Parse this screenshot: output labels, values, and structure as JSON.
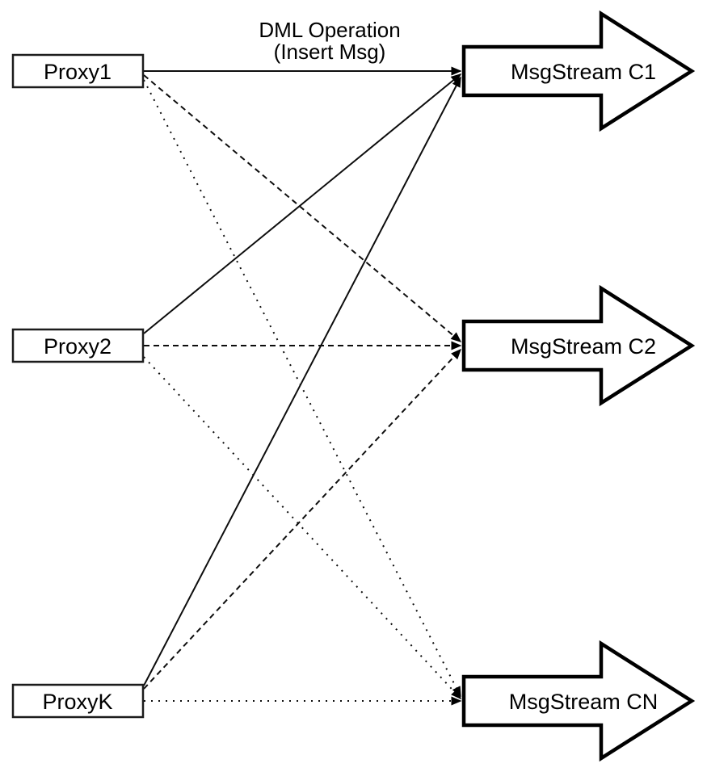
{
  "diagram": {
    "title": {
      "line1": "DML Operation",
      "line2": "(Insert Msg)"
    },
    "proxies": [
      {
        "id": "proxy1",
        "label": "Proxy1"
      },
      {
        "id": "proxy2",
        "label": "Proxy2"
      },
      {
        "id": "proxyk",
        "label": "ProxyK"
      }
    ],
    "streams": [
      {
        "id": "c1",
        "label": "MsgStream C1",
        "shape": "block-arrow-right"
      },
      {
        "id": "c2",
        "label": "MsgStream C2",
        "shape": "block-arrow-right"
      },
      {
        "id": "cn",
        "label": "MsgStream CN",
        "shape": "block-arrow-right"
      }
    ],
    "edges": [
      {
        "from": "proxy1",
        "to": "c1",
        "style": "solid",
        "arrowhead": "filled-triangle"
      },
      {
        "from": "proxy1",
        "to": "c2",
        "style": "dashed",
        "arrowhead": "filled-triangle"
      },
      {
        "from": "proxy1",
        "to": "cn",
        "style": "dotted",
        "arrowhead": "filled-triangle"
      },
      {
        "from": "proxy2",
        "to": "c1",
        "style": "solid",
        "arrowhead": "filled-triangle"
      },
      {
        "from": "proxy2",
        "to": "c2",
        "style": "dashed",
        "arrowhead": "filled-triangle"
      },
      {
        "from": "proxy2",
        "to": "cn",
        "style": "dotted",
        "arrowhead": "filled-triangle"
      },
      {
        "from": "proxyk",
        "to": "c1",
        "style": "solid",
        "arrowhead": "filled-triangle"
      },
      {
        "from": "proxyk",
        "to": "c2",
        "style": "dashed",
        "arrowhead": "filled-triangle"
      },
      {
        "from": "proxyk",
        "to": "cn",
        "style": "dotted",
        "arrowhead": "filled-triangle"
      }
    ],
    "colors": {
      "stroke": "#000000",
      "fill": "#ffffff",
      "background": "#ffffff"
    }
  }
}
